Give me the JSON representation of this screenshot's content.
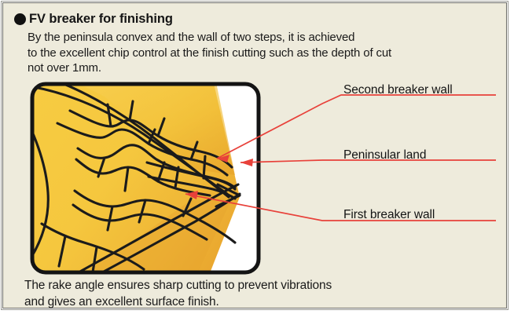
{
  "panel": {
    "background_color": "#EEEBDC",
    "border_color": "#6f6f6b"
  },
  "header": {
    "bullet_icon": "filled-circle-icon",
    "title": "FV breaker for finishing"
  },
  "intro": {
    "lines": [
      "By the peninsula convex and the wall of two steps, it is achieved",
      "to the excellent chip control at the finish cutting such as the depth of cut",
      "not over 1mm."
    ]
  },
  "footer": {
    "lines": [
      "The rake angle ensures sharp cutting to prevent vibrations",
      "and gives an excellent surface finish."
    ]
  },
  "figure": {
    "description": "Cutting insert corner chip breaker geometry",
    "fill_color_light": "#F8CE44",
    "fill_color_mid": "#F2C036",
    "fill_color_dark": "#E9A82F",
    "outline_color": "#1a1a1a",
    "frame_color": "#141414",
    "interior_color": "#ffffff"
  },
  "annotations": {
    "leader_color": "#E8413A",
    "items": [
      {
        "id": "second-breaker-wall",
        "label": "Second breaker wall"
      },
      {
        "id": "peninsular-land",
        "label": "Peninsular land"
      },
      {
        "id": "first-breaker-wall",
        "label": "First breaker wall"
      }
    ]
  }
}
